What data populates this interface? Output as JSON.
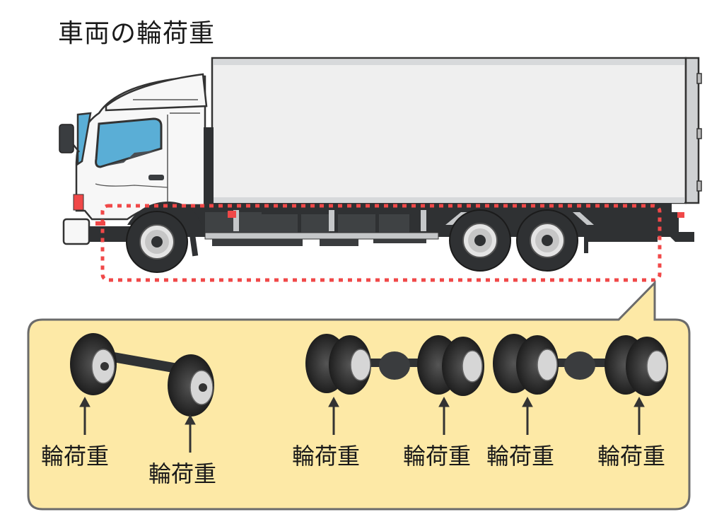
{
  "title": "車両の輪荷重",
  "colors": {
    "cab_white": "#f7f7f7",
    "glass": "#5aaed6",
    "chassis": "#2f3133",
    "box": "#efefef",
    "highlight": "#f04848",
    "callout_fill": "#fde9a6",
    "callout_stroke": "#6b6b6b"
  },
  "callout": {
    "axles": [
      {
        "name": "front-steer-axle",
        "wheel_type": "single",
        "labels": [
          "輪荷重",
          "輪荷重"
        ]
      },
      {
        "name": "rear-drive-axle-1",
        "wheel_type": "dual",
        "labels": [
          "輪荷重",
          "輪荷重"
        ]
      },
      {
        "name": "rear-drive-axle-2",
        "wheel_type": "dual",
        "labels": [
          "輪荷重",
          "輪荷重"
        ]
      }
    ]
  }
}
